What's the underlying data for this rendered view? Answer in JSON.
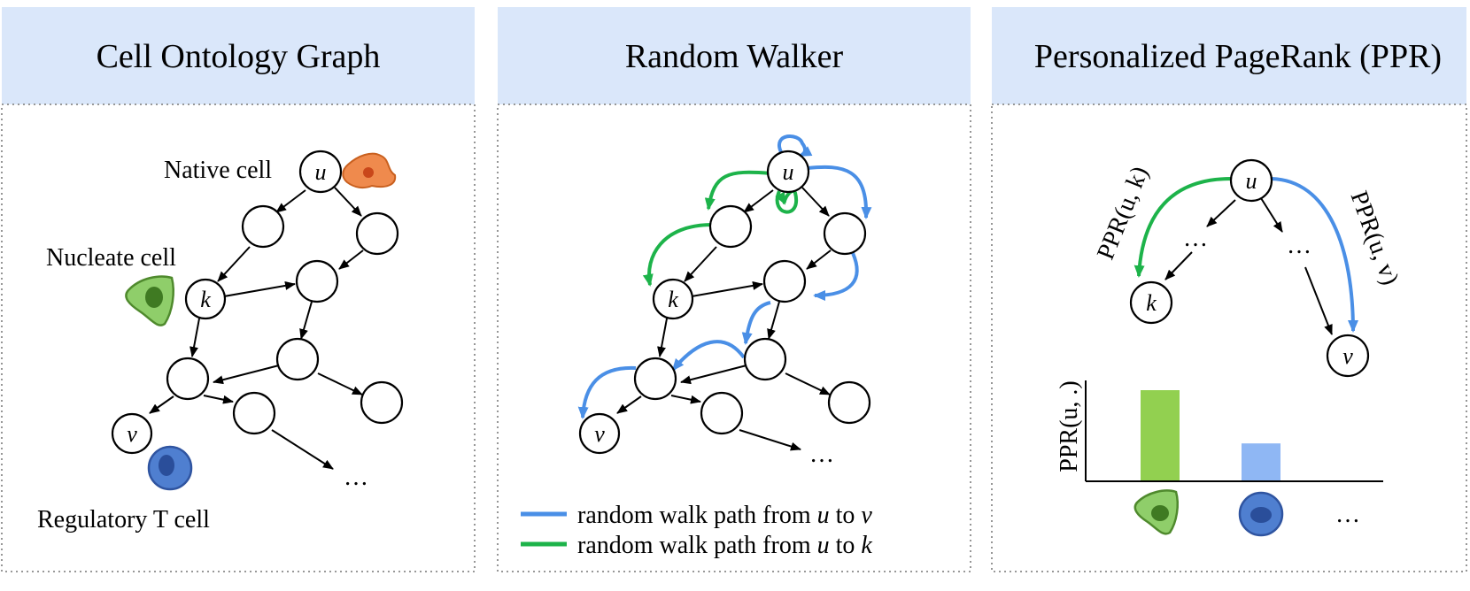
{
  "colors": {
    "header_bg": "#dae7fa",
    "blue_path": "#4a8fe6",
    "green_path": "#1db34a",
    "native_cell": "#ef8a4d",
    "nucleate_cell": "#8fce6a",
    "treg_cell": "#4f7fd0",
    "bar_green": "#92d050",
    "bar_blue": "#8fb7f4"
  },
  "panels": [
    {
      "title": "Cell Ontology Graph"
    },
    {
      "title": "Random Walker"
    },
    {
      "title": "Personalized PageRank (PPR)"
    }
  ],
  "graph": {
    "node_u": "u",
    "node_k": "k",
    "node_v": "v",
    "ellipsis": "…",
    "native_cell_label": "Native cell",
    "nucleate_cell_label": "Nucleate cell",
    "treg_label": "Regulatory T cell"
  },
  "walker": {
    "legend": [
      {
        "text": "random walk path from ",
        "from": "u",
        "mid": " to ",
        "to": "v",
        "color": "blue"
      },
      {
        "text": "random walk path from ",
        "from": "u",
        "mid": " to ",
        "to": "k",
        "color": "green"
      }
    ]
  },
  "ppr": {
    "label_uk": "PPR(u, k)",
    "label_uv": "PPR(u, v)",
    "axis_label": "PPR(u, .)",
    "ellipsis": "…"
  },
  "chart_data": {
    "type": "bar",
    "categories": [
      "nucleate cell",
      "regulatory T cell",
      "…"
    ],
    "values": [
      1.0,
      0.41
    ],
    "ylabel": "PPR(u, .)"
  }
}
